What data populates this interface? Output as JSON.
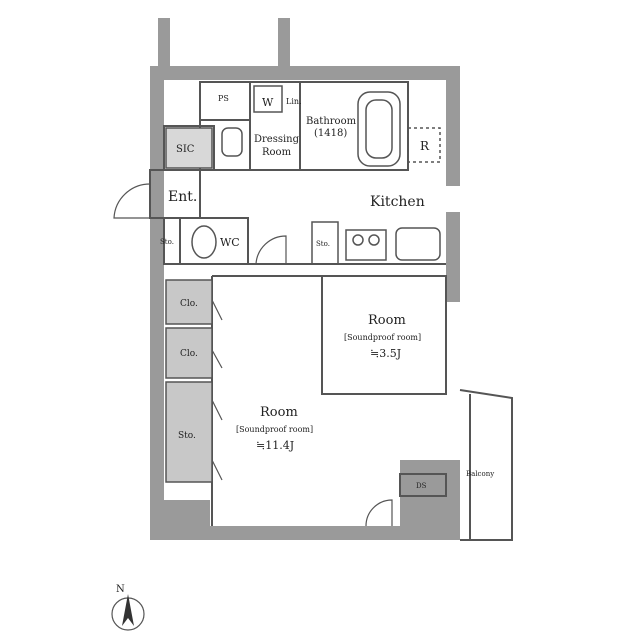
{
  "plan": {
    "rooms": {
      "ps": "PS",
      "w": "W",
      "lin": "Lin.",
      "dressing_line1": "Dressing",
      "dressing_line2": "Room",
      "bathroom_line1": "Bathroom",
      "bathroom_line2": "(1418)",
      "r": "R",
      "sic": "SIC",
      "ent": "Ent.",
      "kitchen": "Kitchen",
      "sto_left": "Sto.",
      "wc": "WC",
      "sto_mid": "Sto.",
      "clo1": "Clo.",
      "clo2": "Clo.",
      "sto_big": "Sto.",
      "room_small_name": "Room",
      "room_small_note": "[Soundproof room]",
      "room_small_size": "≒3.5J",
      "room_big_name": "Room",
      "room_big_note": "[Soundproof room]",
      "room_big_size": "≒11.4J",
      "ds": "DS",
      "balcony": "Balcony"
    },
    "north": "N"
  },
  "colors": {
    "wall": "#9a9a9a",
    "storage": "#c8c8c8",
    "line": "#555555"
  }
}
